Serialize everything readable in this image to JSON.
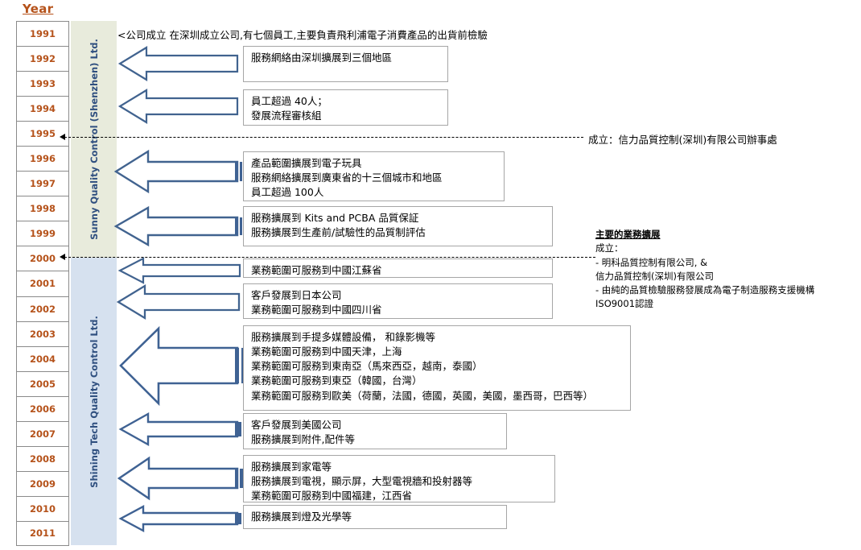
{
  "diagram": {
    "year_header": "Year",
    "years": [
      "1991",
      "1992",
      "1993",
      "1994",
      "1995",
      "1996",
      "1997",
      "1998",
      "1999",
      "2000",
      "2001",
      "2002",
      "2003",
      "2004",
      "2005",
      "2006",
      "2007",
      "2008",
      "2009",
      "2010",
      "2011"
    ],
    "lanes": [
      {
        "id": "lane-sunny",
        "label": "Sunny Quality Control (Shenzhen) Ltd.",
        "color": "#e8ebdc"
      },
      {
        "id": "lane-shining",
        "label": "Shining Tech Quality Control Ltd.",
        "color": "#d6e1ef"
      }
    ],
    "accent_colors": {
      "year_text": "#b5521a",
      "lane_text": "#2f4f7f",
      "arrow_stroke": "#41638f",
      "box_border": "#a6a6a6"
    },
    "founding_note": "<公司成立  在深圳成立公司,有七個員工,主要負責飛利浦電子消費產品的出貨前檢驗",
    "events": [
      {
        "id": "event-1992",
        "lines": [
          "服務網絡由深圳擴展到三個地區"
        ]
      },
      {
        "id": "event-1994",
        "lines": [
          "員工超過 40人；",
          "發展流程審核組"
        ]
      },
      {
        "id": "event-1996",
        "lines": [
          "產品範圍擴展到電子玩具",
          "服務網絡擴展到廣東省的十三個城市和地區",
          "員工超過 100人"
        ]
      },
      {
        "id": "event-1998",
        "lines": [
          "服務擴展到 Kits and PCBA 品質保証",
          "服務擴展到生產前/試驗性的品質制評估"
        ]
      },
      {
        "id": "event-2000",
        "lines": [
          "業務範圍可服務到中國江蘇省"
        ]
      },
      {
        "id": "event-2001",
        "lines": [
          "客戶發展到日本公司",
          "業務範圍可服務到中國四川省"
        ]
      },
      {
        "id": "event-2003",
        "lines": [
          "服務擴展到手提多媒體設備， 和錄影機等",
          "業務範圍可服務到中國天津，上海",
          "業務範圍可服務到東南亞（馬來西亞，越南，泰國）",
          "業務範圍可服務到東亞（韓國，台灣）",
          "業務範圍可服務到歐美（荷蘭，法國，德國，英國，美國，墨西哥，巴西等）"
        ]
      },
      {
        "id": "event-2007",
        "lines": [
          "客戶發展到美國公司",
          "服務擴展到附件,配件等"
        ]
      },
      {
        "id": "event-2008",
        "lines": [
          "服務擴展到家電等",
          "服務擴展到電視，顯示屏，大型電視牆和投射器等",
          "業務範圍可服務到中國福建，江西省"
        ]
      },
      {
        "id": "event-2010",
        "lines": [
          "服務擴展到燈及光學等"
        ]
      }
    ],
    "milestones": [
      {
        "id": "milestone-1995",
        "text": "成立：信力品質控制(深圳)有限公司辦事處"
      }
    ],
    "side_note": {
      "heading": "主要的業務擴展",
      "lines": [
        "成立：",
        "- 明科品質控制有限公司, &",
        "信力品質控制(深圳)有限公司",
        "-  由純的品質檢驗服務發展成為電子制造服務支援機構",
        "ISO9001認證"
      ]
    }
  }
}
